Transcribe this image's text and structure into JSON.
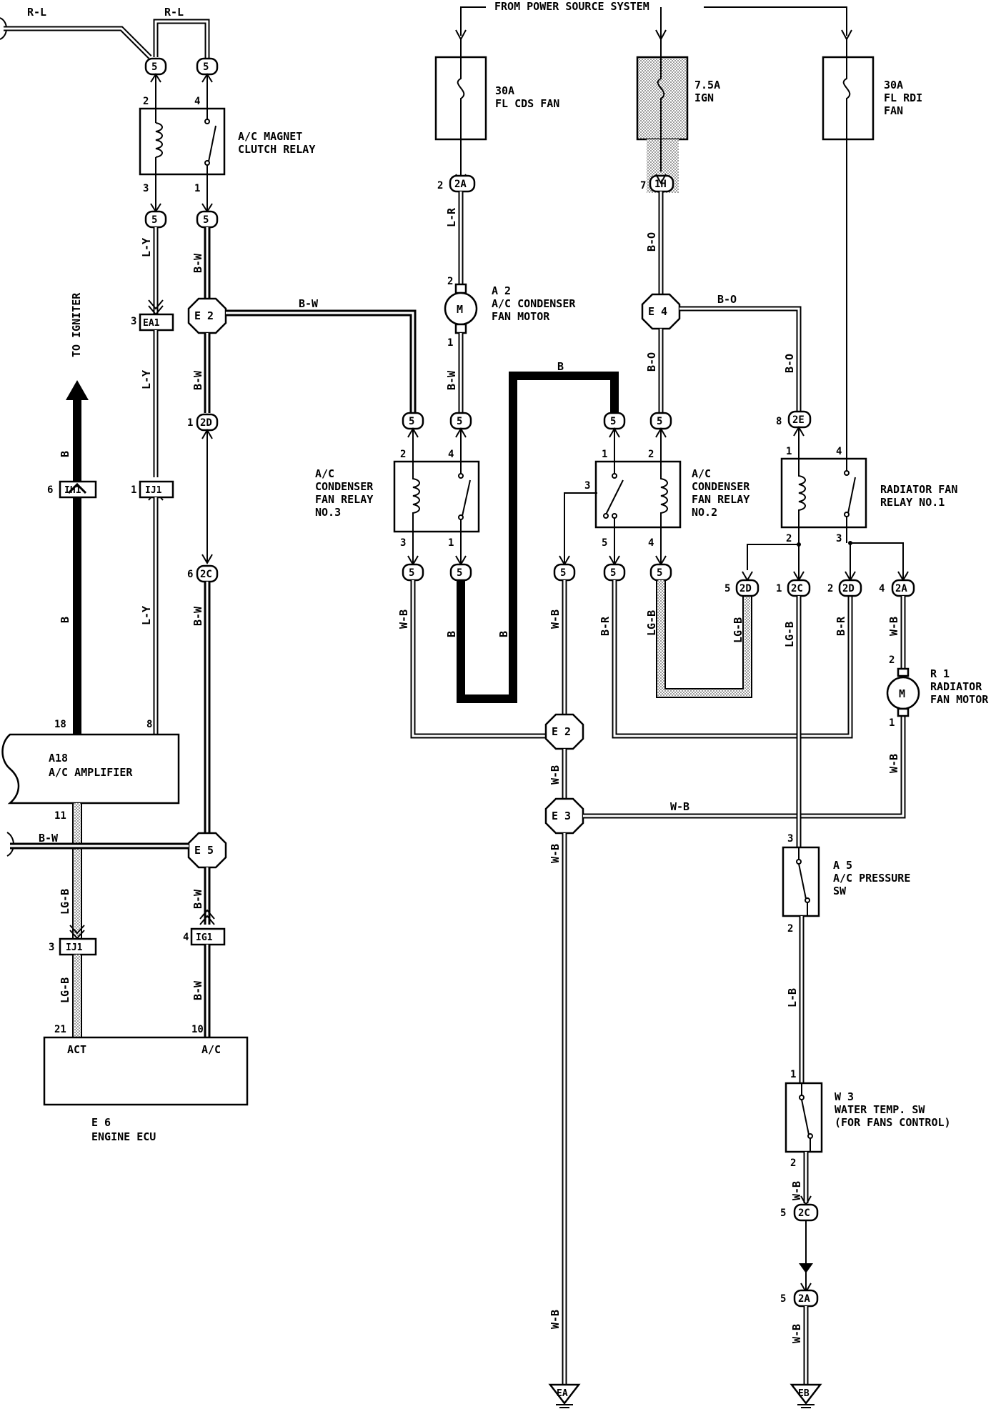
{
  "header": {
    "power_source": "FROM POWER SOURCE SYSTEM"
  },
  "fuses": [
    {
      "amp": "30A",
      "name1": "FL CDS FAN",
      "name2": ""
    },
    {
      "amp": "7.5A",
      "name1": "IGN",
      "name2": ""
    },
    {
      "amp": "30A",
      "name1": "FL RDI",
      "name2": "FAN"
    }
  ],
  "components": {
    "clutch_relay": [
      "A/C MAGNET",
      "CLUTCH RELAY"
    ],
    "cond_motor": [
      "A 2",
      "A/C CONDENSER",
      "FAN MOTOR"
    ],
    "relay3": [
      "A/C",
      "CONDENSER",
      "FAN RELAY",
      "NO.3"
    ],
    "relay2": [
      "A/C",
      "CONDENSER",
      "FAN RELAY",
      "NO.2"
    ],
    "rad_relay": [
      "RADIATOR FAN",
      "RELAY NO.1"
    ],
    "rad_motor": [
      "R 1",
      "RADIATOR",
      "FAN MOTOR"
    ],
    "amplifier": [
      "A18",
      "A/C AMPLIFIER"
    ],
    "ecu": [
      "E 6",
      "ENGINE ECU"
    ],
    "ecu_act": "ACT",
    "ecu_ac": "A/C",
    "pressure_sw": [
      "A 5",
      "A/C PRESSURE",
      "SW"
    ],
    "water_sw": [
      "W 3",
      "WATER TEMP. SW",
      "(FOR FANS CONTROL)"
    ],
    "to_igniter": "TO IGNITER",
    "motor_symbol": "M"
  },
  "wires": {
    "rl": "R-L",
    "ly": "L-Y",
    "bw": "B-W",
    "b": "B",
    "lr": "L-R",
    "bo": "B-O",
    "wb": "W-B",
    "br": "B-R",
    "lgb": "LG-B",
    "lb": "L-B"
  },
  "connectors": {
    "c5": "5",
    "c2A": "2A",
    "c1H": "1H",
    "c2D": "2D",
    "c2C": "2C",
    "c2E": "2E",
    "EA1": "EA1",
    "IH1": "IH1",
    "IJ1": "IJ1",
    "IG1": "IG1",
    "E2": "E 2",
    "E3": "E 3",
    "E4": "E 4",
    "E5": "E 5",
    "EA": "EA",
    "EB": "EB"
  },
  "pins": {
    "p1": "1",
    "p2": "2",
    "p3": "3",
    "p4": "4",
    "p5": "5",
    "p6": "6",
    "p7": "7",
    "p8": "8",
    "p10": "10",
    "p11": "11",
    "p18": "18",
    "p21": "21"
  }
}
